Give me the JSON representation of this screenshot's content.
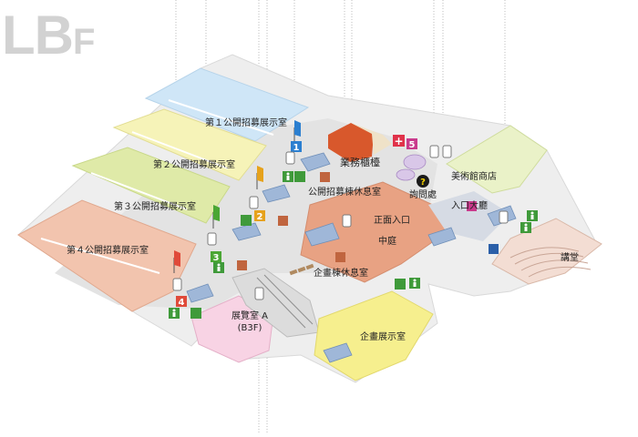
{
  "floor": {
    "title_main": "LB",
    "title_sub": "F"
  },
  "rooms": {
    "gallery_1": "第１公開招募展示室",
    "gallery_2": "第２公開招募展示室",
    "gallery_3": "第３公開招募展示室",
    "gallery_4": "第４公開招募展示室",
    "service_counter": "業務櫃檯",
    "open_lounge": "公開招募棟休息室",
    "info_desk": "詢問處",
    "main_entrance": "正面入口",
    "atrium": "中庭",
    "entrance_hall": "入口大廳",
    "museum_shop": "美術館商店",
    "planning_lounge": "企畫棟休息室",
    "auditorium": "講堂",
    "exhibition_room_a_line1": "展覽室 A",
    "exhibition_room_a_line2": "(B3F)",
    "planning_gallery": "企畫展示室"
  },
  "markers": {
    "num_1": "1",
    "num_2": "2",
    "num_3": "3",
    "num_4": "4",
    "num_5": "5",
    "info_symbol": "?",
    "first_aid_symbol": "+"
  },
  "colors": {
    "gallery_1": "#cfe6f7",
    "gallery_2": "#f6f3b8",
    "gallery_3": "#dfeaa8",
    "gallery_4": "#f2c4ae",
    "planning_gallery": "#f6ef8e",
    "atrium_floor": "#e8a283",
    "exhibition_a": "#f8d3e4",
    "museum_shop": "#eaf2c8",
    "corridor": "#ebebeb",
    "service_counter": "#d8582c",
    "marker_1": "#2b7fd0",
    "marker_2": "#e6a21c",
    "marker_3": "#4aa634",
    "marker_4": "#e04a3a",
    "marker_5": "#c93a8c",
    "toilet_green": "#3f9a3a",
    "access_green": "#3f9a3a",
    "lounge_icon": "#c0653f"
  },
  "icons": [
    "accessible-icon",
    "toilet-icon",
    "lounge-icon",
    "elevator-icon",
    "info-icon",
    "first-aid-icon",
    "flag-icon",
    "shop-icon"
  ]
}
